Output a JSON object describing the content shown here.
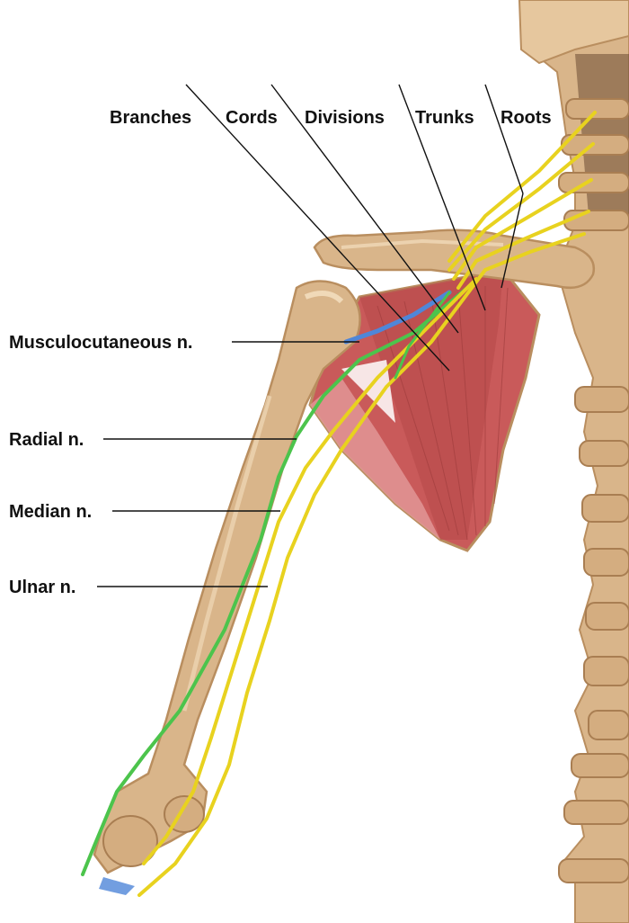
{
  "diagram": {
    "top_labels": {
      "branches": "Branches",
      "cords": "Cords",
      "divisions": "Divisions",
      "trunks": "Trunks",
      "roots": "Roots"
    },
    "side_labels": {
      "musculocutaneous": "Musculocutaneous n.",
      "radial": "Radial n.",
      "median": "Median n.",
      "ulnar": "Ulnar n."
    }
  },
  "colors": {
    "background": "#ffffff",
    "bone": "#d9b58a",
    "bone_shadow": "#b98e5f",
    "bone_highlight": "#f0d9b8",
    "muscle": "#c95a5a",
    "muscle_light": "#e39a9a",
    "nerve_yellow": "#e8d21f",
    "nerve_green": "#4cc44c",
    "nerve_blue": "#4f86d8",
    "text": "#111111"
  }
}
